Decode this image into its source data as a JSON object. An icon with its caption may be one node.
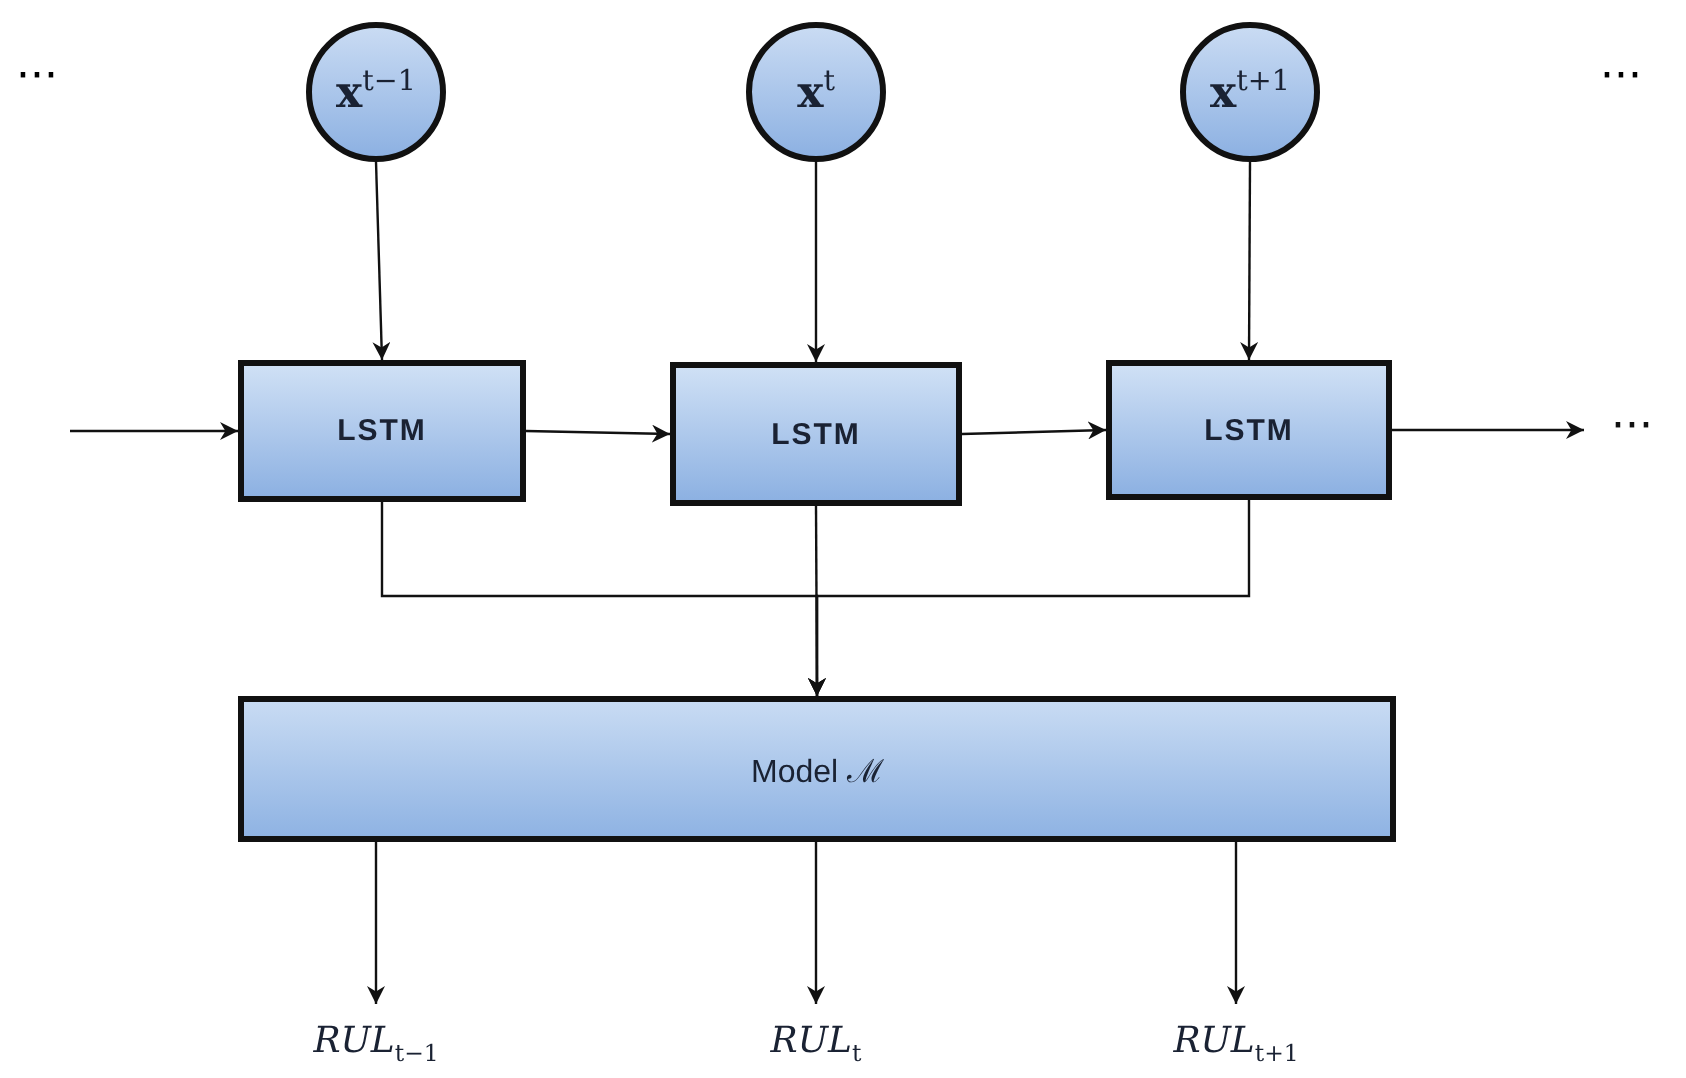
{
  "diagram": {
    "nodes": [
      {
        "text": [
          "**x**$^{t−1}$"
        ]
      },
      {
        "text": [
          "**x**$^{t}$"
        ]
      },
      {
        "text": [
          "**x**$^{t+1}$"
        ]
      },
      {
        "text": [
          "LSTM"
        ]
      },
      {
        "text": [
          "LSTM"
        ]
      },
      {
        "text": [
          "LSTM"
        ]
      },
      {
        "text": [
          "Model ℳ"
        ]
      },
      {
        "text": [
          "*RUL*$_{t−1}$"
        ]
      },
      {
        "text": [
          "*RUL*$_{t}$"
        ]
      },
      {
        "text": [
          "*RUL*$_{t+1}$"
        ]
      },
      {
        "text": [
          "···"
        ]
      }
    ],
    "edges": [
      {
        "from": 0,
        "to": 3,
        "arrow": "to"
      },
      {
        "from": 1,
        "to": 4,
        "arrow": "to"
      },
      {
        "from": 2,
        "to": 5,
        "arrow": "to"
      },
      {
        "from": null,
        "to": 3,
        "arrow": "to"
      },
      {
        "from": 3,
        "to": 4,
        "arrow": "to"
      },
      {
        "from": 4,
        "to": 5,
        "arrow": "to"
      },
      {
        "from": 5,
        "to": 10,
        "arrow": "to"
      },
      {
        "from": 3,
        "to": 6,
        "arrow": "to"
      },
      {
        "from": 4,
        "to": 6,
        "arrow": "to"
      },
      {
        "from": 5,
        "to": 6,
        "arrow": "to"
      },
      {
        "from": 6,
        "to": 7,
        "arrow": "to"
      },
      {
        "from": 6,
        "to": 8,
        "arrow": "to"
      },
      {
        "from": 6,
        "to": 9,
        "arrow": "to"
      }
    ],
    "labels": [
      "···",
      "···"
    ]
  }
}
